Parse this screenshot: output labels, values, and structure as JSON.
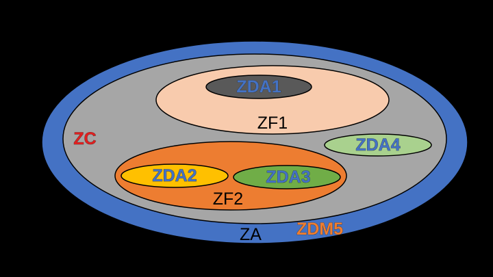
{
  "diagram": {
    "background": "#000000",
    "zones": {
      "zdm5": {
        "label": "ZDM5",
        "fill": "#4472c4",
        "label_color": "#ed7d31"
      },
      "za": {
        "label": "ZA",
        "fill": "#a6a6a6",
        "label_color": "#000000"
      },
      "zc": {
        "label": "ZC",
        "label_color": "#e02020"
      },
      "zf1": {
        "label": "ZF1",
        "fill": "#f8cbad",
        "label_color": "#000000"
      },
      "zda1": {
        "label": "ZDA1",
        "fill": "#595959",
        "label_color": "#4472c4"
      },
      "zda4": {
        "label": "ZDA4",
        "fill": "#a9d18e",
        "label_color": "#4472c4"
      },
      "zf2": {
        "label": "ZF2",
        "fill": "#ed7d31",
        "label_color": "#000000"
      },
      "zda2": {
        "label": "ZDA2",
        "fill": "#ffc000",
        "label_color": "#4472c4"
      },
      "zda3": {
        "label": "ZDA3",
        "fill": "#70ad47",
        "label_color": "#4472c4"
      }
    }
  }
}
